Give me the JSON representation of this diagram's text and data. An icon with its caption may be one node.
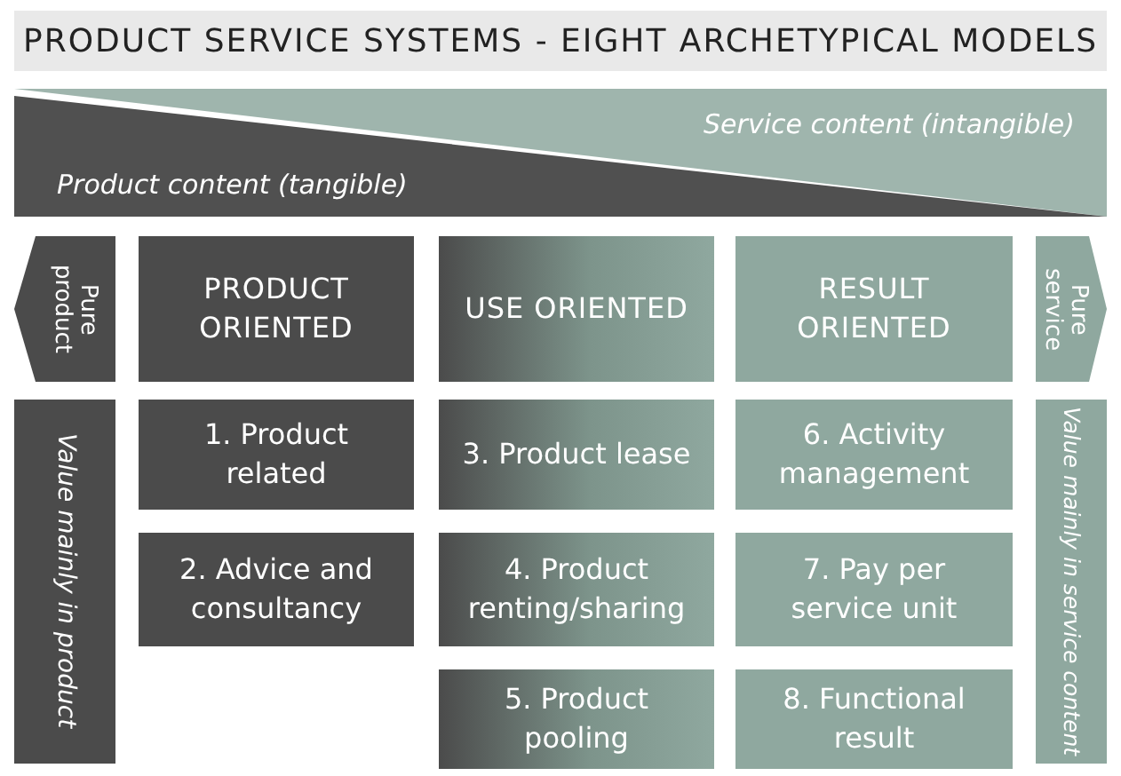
{
  "diagram": {
    "title": "PRODUCT SERVICE SYSTEMS - EIGHT ARCHETYPICAL MODELS",
    "nodes": [
      {
        "text": [
          "Service content (intangible)"
        ]
      },
      {
        "text": [
          "Product content (tangible)"
        ]
      },
      {
        "text": [
          "Pure product"
        ]
      },
      {
        "text": [
          "PRODUCT ORIENTED"
        ]
      },
      {
        "text": [
          "USE ORIENTED"
        ]
      },
      {
        "text": [
          "RESULT ORIENTED"
        ]
      },
      {
        "text": [
          "Pure service"
        ]
      },
      {
        "text": [
          "Value mainly in product"
        ]
      },
      {
        "text": [
          "1. Product related"
        ]
      },
      {
        "text": [
          "3. Product lease"
        ]
      },
      {
        "text": [
          "6. Activity management"
        ]
      },
      {
        "text": [
          "Value mainly in service content"
        ]
      },
      {
        "text": [
          "2. Advice and consultancy"
        ]
      },
      {
        "text": [
          "4. Product renting/sharing"
        ]
      },
      {
        "text": [
          "7. Pay per service unit"
        ]
      },
      {
        "text": [
          "5. Product pooling"
        ]
      },
      {
        "text": [
          "8. Functional result"
        ]
      }
    ],
    "edges": []
  }
}
